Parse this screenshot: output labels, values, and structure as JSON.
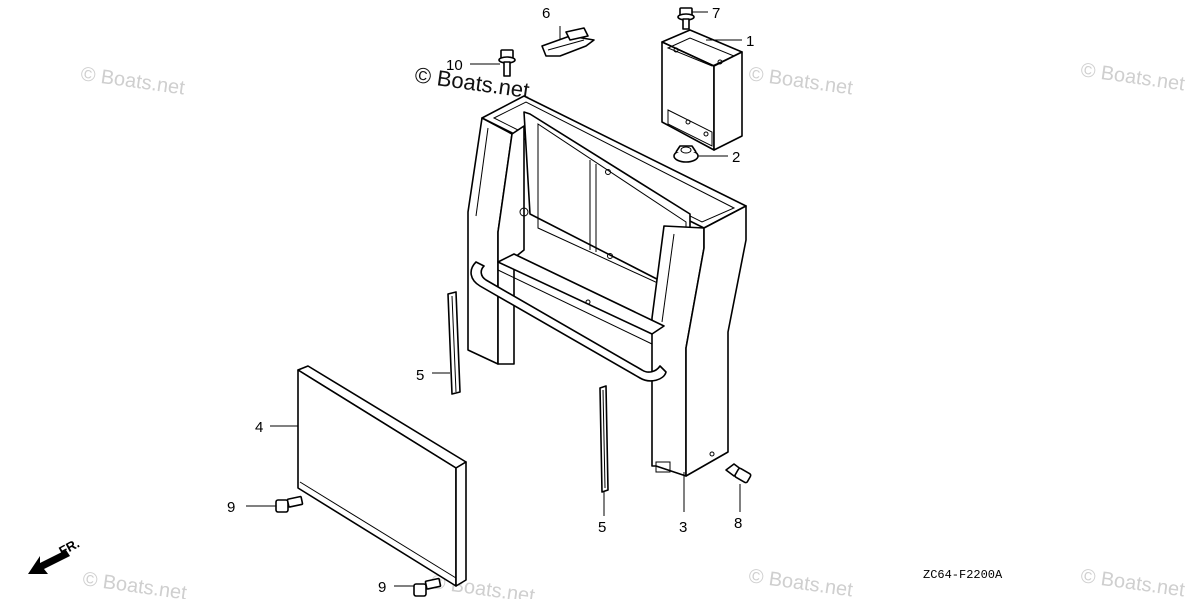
{
  "watermarks": {
    "main": "© Boats.net",
    "faint": "© Boats.net"
  },
  "diagram_code": "ZC64-F2200A",
  "direction_label": "FR.",
  "callouts": {
    "c1": "1",
    "c2": "2",
    "c3": "3",
    "c4": "4",
    "c5a": "5",
    "c5b": "5",
    "c6": "6",
    "c7": "7",
    "c8": "8",
    "c9a": "9",
    "c9b": "9",
    "c10": "10"
  },
  "icons": {
    "bolt": "flange-bolt-icon",
    "clip": "clip-icon",
    "arrow": "front-arrow-icon"
  }
}
